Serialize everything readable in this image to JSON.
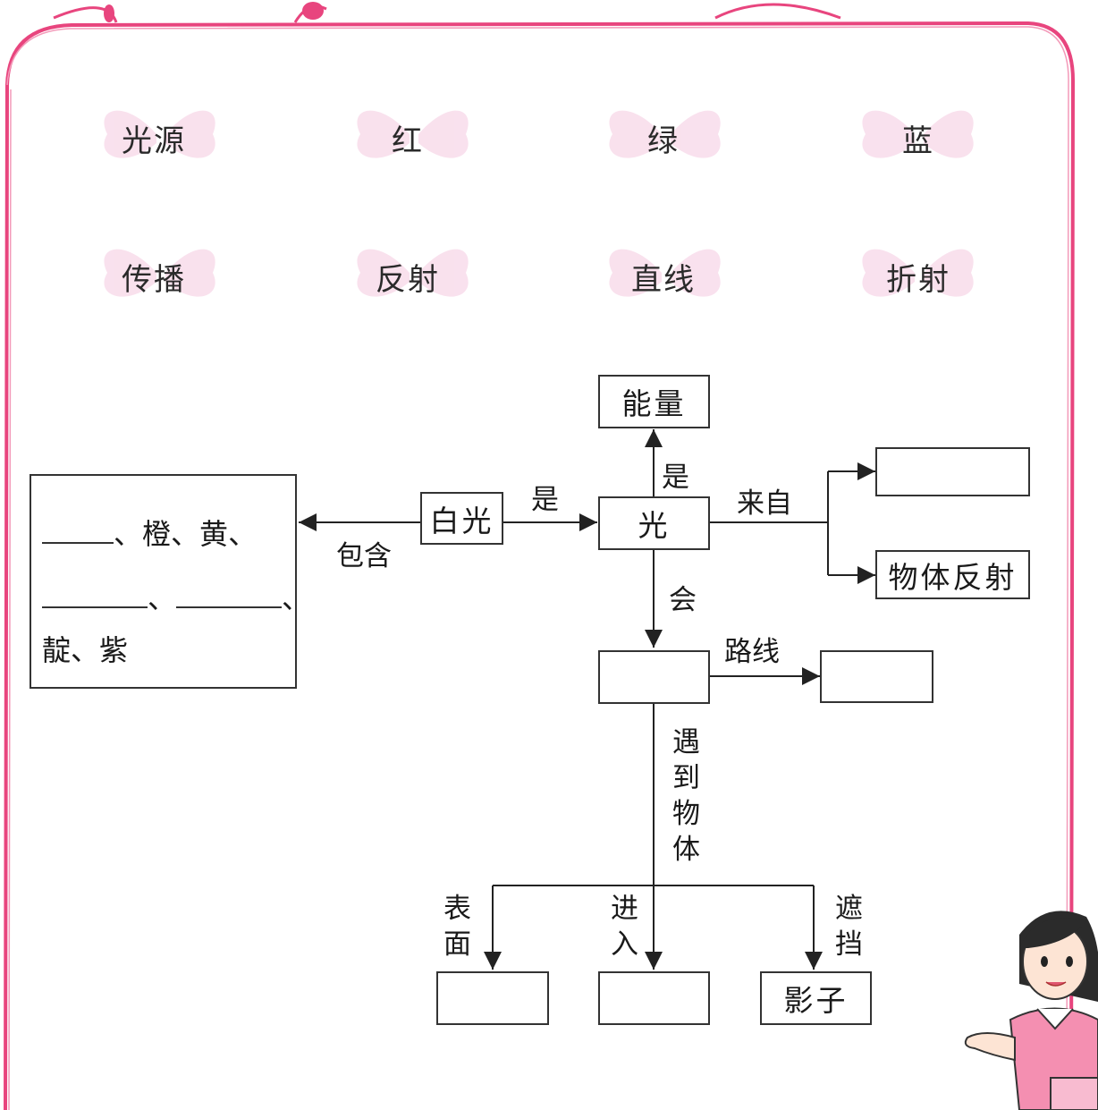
{
  "word_bank": {
    "row1": [
      "光源",
      "红",
      "绿",
      "蓝"
    ],
    "row2": [
      "传播",
      "反射",
      "直线",
      "折射"
    ]
  },
  "nodes": {
    "energy": "能量",
    "light": "光",
    "white_light": "白光",
    "object_reflection": "物体反射",
    "shadow": "影子",
    "source_blank": "",
    "travel_blank": "",
    "path_blank": "",
    "surface_blank": "",
    "enter_blank": ""
  },
  "edge_labels": {
    "is_energy": "是",
    "is_white": "是",
    "contains": "包含",
    "comes_from": "来自",
    "will": "会",
    "path": "路线",
    "meets_object": "遇到物体",
    "surface": "表面",
    "enter": "进入",
    "block": "遮挡"
  },
  "colors_list": {
    "sep": "、",
    "orange": "橙",
    "yellow": "黄",
    "indigo": "靛",
    "purple": "紫"
  },
  "colors": {
    "frame": "#e8457e",
    "butterfly": "#f7d7e6",
    "line": "#333333"
  }
}
